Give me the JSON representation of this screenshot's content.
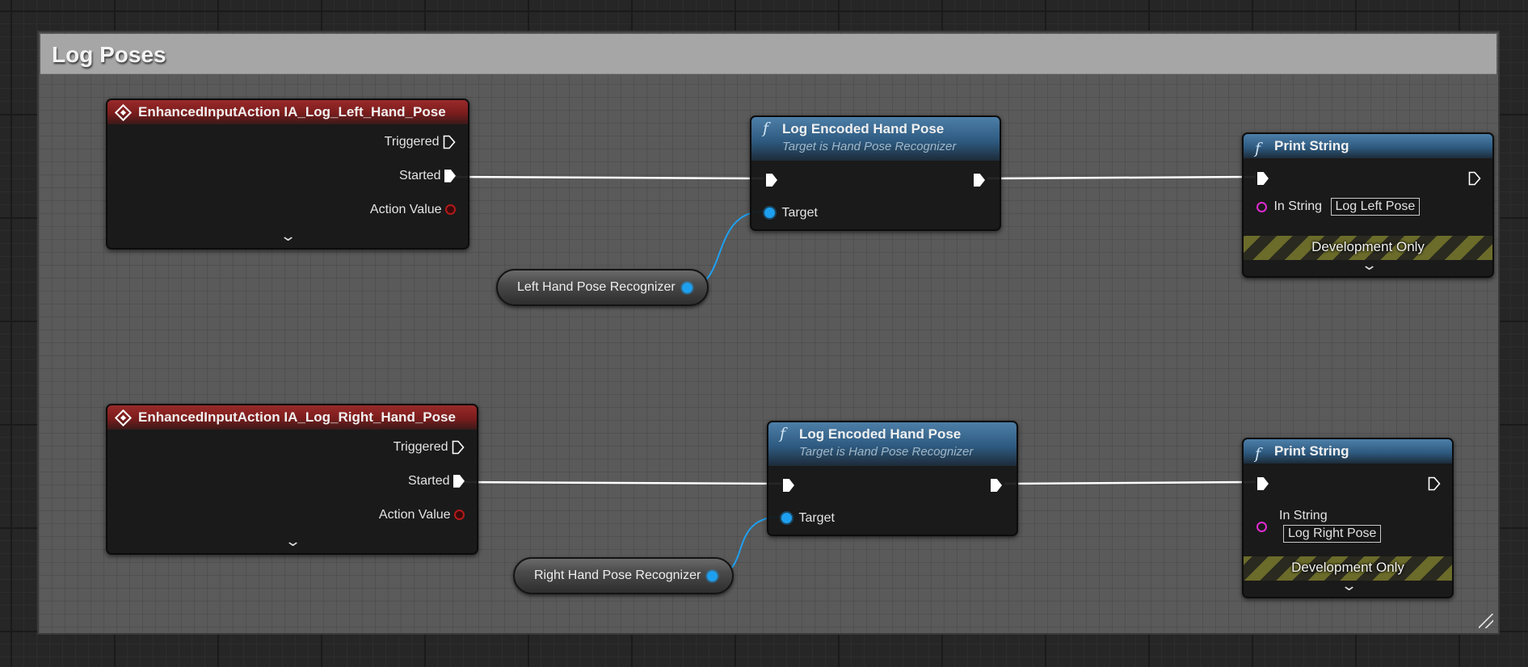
{
  "comment": {
    "title": "Log Poses"
  },
  "left_row": {
    "event": {
      "title": "EnhancedInputAction IA_Log_Left_Hand_Pose",
      "pins": [
        "Triggered",
        "Started",
        "Action Value"
      ]
    },
    "log_node": {
      "title": "Log Encoded Hand Pose",
      "subtitle": "Target is Hand Pose Recognizer",
      "target_label": "Target"
    },
    "variable": {
      "label": "Left Hand Pose Recognizer"
    },
    "print": {
      "title": "Print String",
      "in_string_label": "In String",
      "in_string_value": "Log Left Pose",
      "dev_label": "Development Only"
    }
  },
  "right_row": {
    "event": {
      "title": "EnhancedInputAction IA_Log_Right_Hand_Pose",
      "pins": [
        "Triggered",
        "Started",
        "Action Value"
      ]
    },
    "log_node": {
      "title": "Log Encoded Hand Pose",
      "subtitle": "Target is Hand Pose Recognizer",
      "target_label": "Target"
    },
    "variable": {
      "label": "Right Hand Pose Recognizer"
    },
    "print": {
      "title": "Print String",
      "in_string_label": "In String",
      "in_string_value": "Log Right Pose",
      "dev_label": "Development Only"
    }
  },
  "colors": {
    "exec_wire": "#ffffff",
    "object_wire": "#1ea0f0",
    "event_header": "#9a2a2a",
    "function_header": "#4d7fa8",
    "string_pin": "#e02bd0"
  },
  "icons": {
    "event": "event-diamond-icon",
    "function": "function-f-icon",
    "expand": "chevron-down-icon",
    "resize": "resize-grip-icon"
  }
}
